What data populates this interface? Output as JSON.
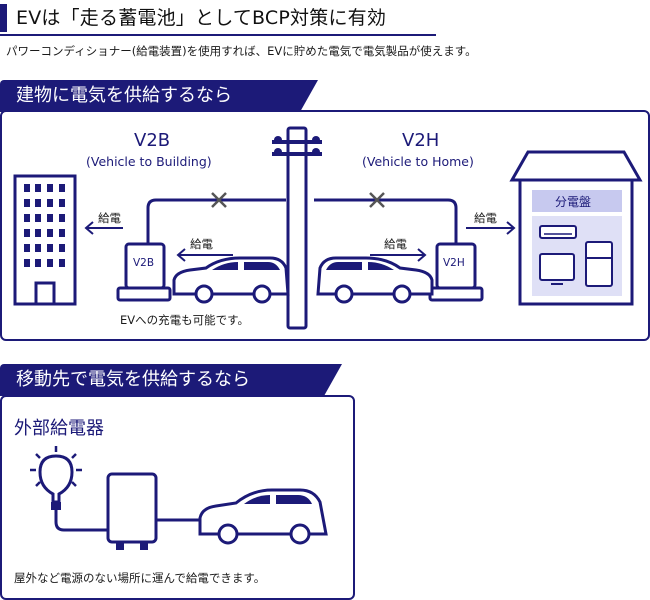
{
  "header": {
    "title": "EVは「走る蓄電池」としてBCP対策に有効",
    "intro": "パワーコンディショナー(給電装置)を使用すれば、EVに貯めた電気で電気製品が使えます。"
  },
  "section1": {
    "tab": "建物に電気を供給するなら",
    "v2b_label": "V2B",
    "v2b_paren": "(Vehicle to Building)",
    "v2h_label": "V2H",
    "v2h_paren": "(Vehicle to Home)",
    "supply_left_outer": "給電",
    "supply_left_inner": "給電",
    "supply_right_inner": "給電",
    "supply_right_outer": "給電",
    "v2b_box": "V2B",
    "v2h_box": "V2H",
    "panel": "分電盤",
    "note": "EVへの充電も可能です。"
  },
  "section2": {
    "tab": "移動先で電気を供給するなら",
    "subtitle": "外部給電器",
    "note": "屋外など電源のない場所に運んで給電できます。"
  },
  "colors": {
    "navy": "#1c1a78",
    "lavender": "#c7c9ef",
    "light": "#dfe0f6"
  }
}
